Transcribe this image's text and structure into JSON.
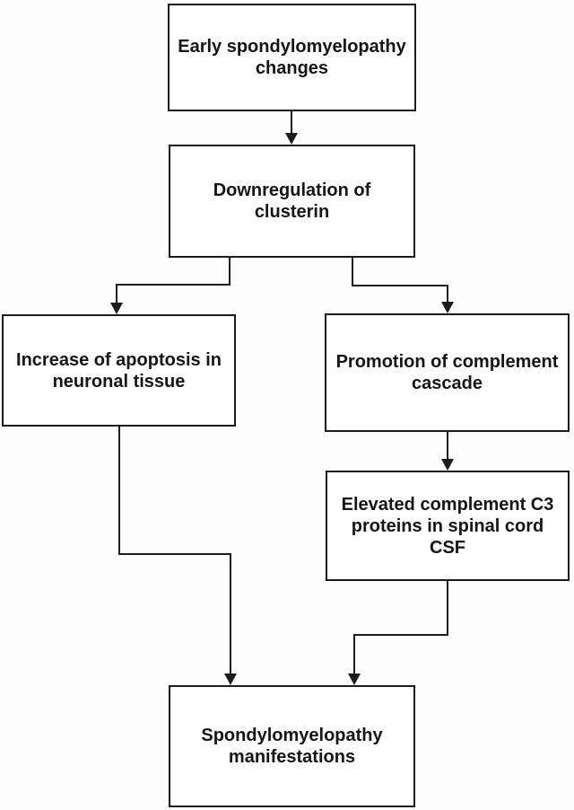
{
  "diagram_type": "flowchart",
  "colors": {
    "background": "#fdfdfd",
    "box_fill": "#fefefe",
    "box_border": "#1c1c1c",
    "line": "#1c1c1c",
    "text": "#161616"
  },
  "nodes": [
    {
      "id": "early-changes",
      "label": "Early spondylomyelopathy\nchanges"
    },
    {
      "id": "downregulation-clusterin",
      "label": "Downregulation of clusterin"
    },
    {
      "id": "apoptosis-increase",
      "label": "Increase of apoptosis in\nneuronal tissue"
    },
    {
      "id": "complement-promotion",
      "label": "Promotion of complement\ncascade"
    },
    {
      "id": "elevated-c3",
      "label": "Elevated complement C3\nproteins in spinal cord CSF"
    },
    {
      "id": "manifestations",
      "label": "Spondylomyelopathy\nmanifestations"
    }
  ],
  "edges": [
    {
      "from": "early-changes",
      "to": "downregulation-clusterin",
      "arrow": "down"
    },
    {
      "from": "downregulation-clusterin",
      "to": "apoptosis-increase",
      "arrow": "down"
    },
    {
      "from": "downregulation-clusterin",
      "to": "complement-promotion",
      "arrow": "down"
    },
    {
      "from": "complement-promotion",
      "to": "elevated-c3",
      "arrow": "down"
    },
    {
      "from": "apoptosis-increase",
      "to": "manifestations",
      "arrow": "down"
    },
    {
      "from": "elevated-c3",
      "to": "manifestations",
      "arrow": "down"
    }
  ]
}
